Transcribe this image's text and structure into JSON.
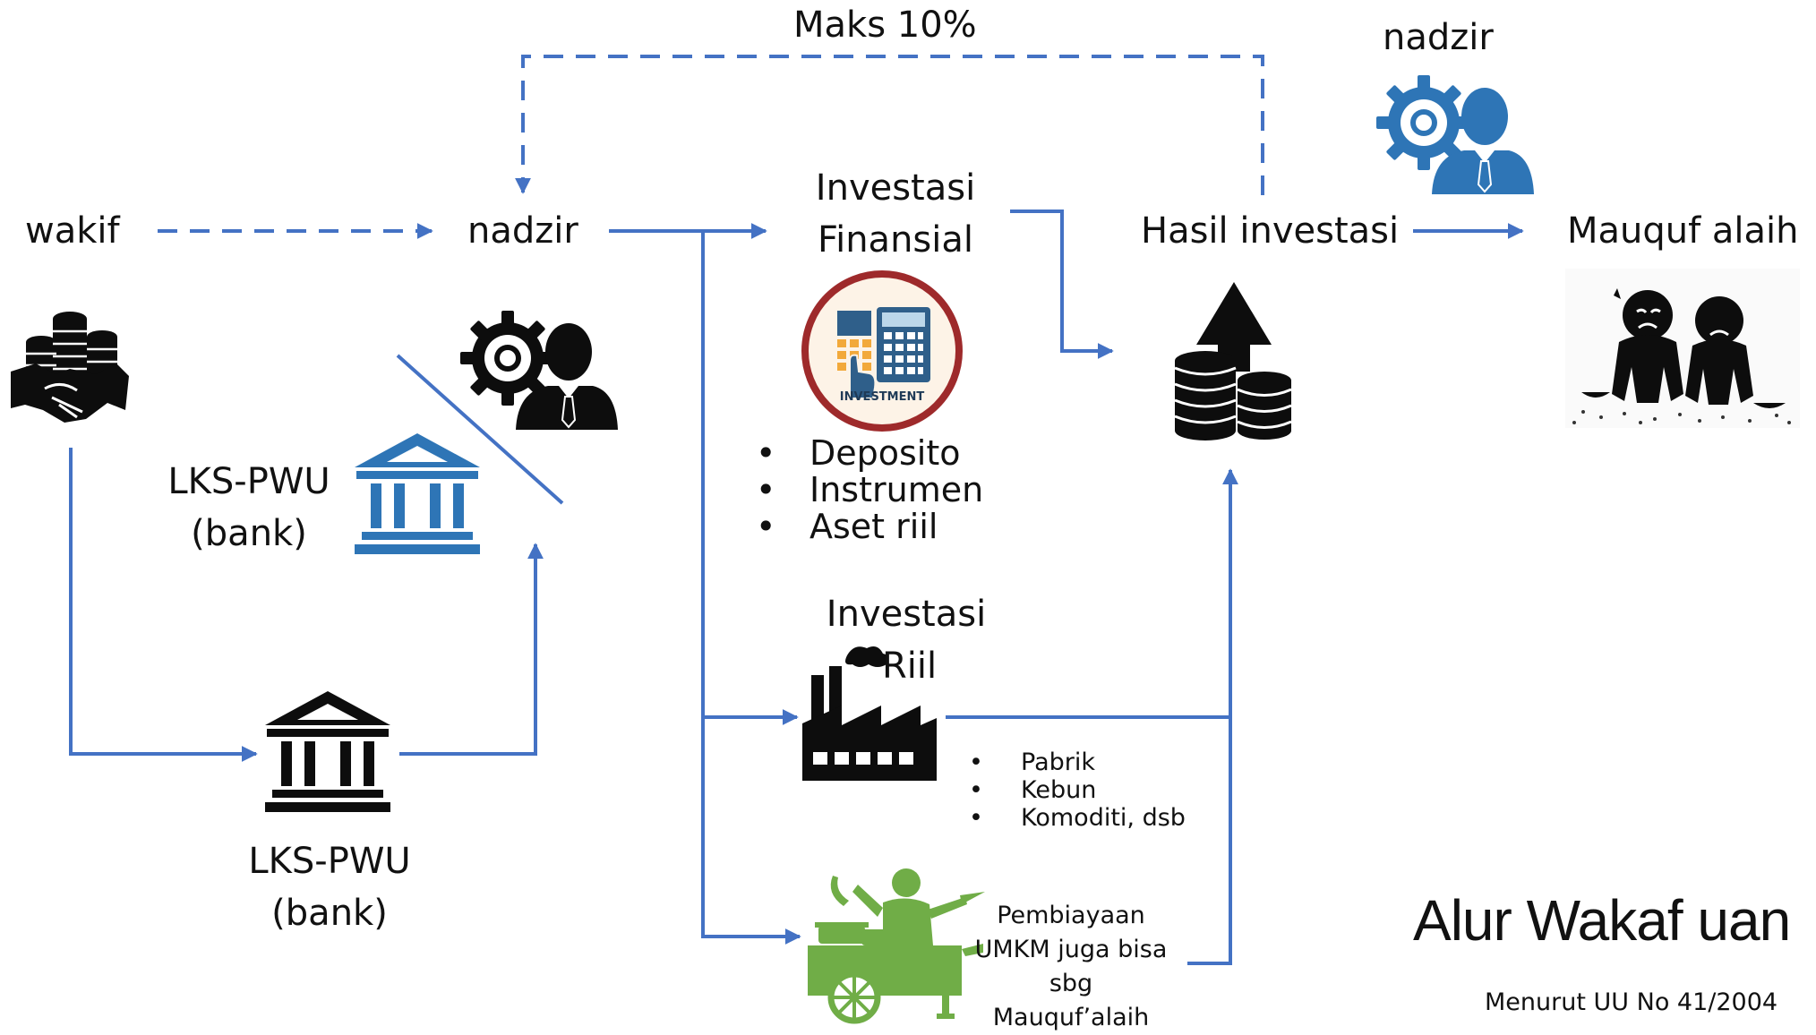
{
  "labels": {
    "wakif": "wakif",
    "nadzir_main": "nadzir",
    "nadzir_top": "nadzir",
    "maks": "Maks 10%",
    "investasi_finansial_1": "Investasi",
    "investasi_finansial_2": "Finansial",
    "hasil_investasi": "Hasil investasi",
    "mauquf_alaih": "Mauquf alaih",
    "lks_right_1": "LKS-PWU",
    "lks_right_2": "(bank)",
    "lks_bottom_1": "LKS-PWU",
    "lks_bottom_2": "(bank)",
    "investasi_riil_1": "Investasi",
    "investasi_riil_2": "Riil",
    "investment_badge": "INVESTMENT",
    "umkm_lines": [
      "Pembiayaan",
      "UMKM juga bisa",
      "sbg",
      "Mauquf’alaih"
    ],
    "title": "Alur Wakaf uan",
    "subtitle": "Menurut UU No 41/2004"
  },
  "finansial_items": [
    "Deposito",
    "Instrumen",
    "Aset riil"
  ],
  "riil_items": [
    "Pabrik",
    "Kebun",
    "Komoditi, dsb"
  ],
  "icons": {
    "wakif": "coins-handshake-icon",
    "nadzir_main": "gear-businessman-icon",
    "nadzir_top": "gear-businessman-icon",
    "bank_right": "bank-building-icon",
    "bank_bottom": "bank-building-icon",
    "investment": "calculator-investment-icon",
    "hasil": "coin-stack-arrow-icon",
    "mauquf": "poor-people-icon",
    "factory": "factory-icon",
    "umkm": "food-cart-vendor-icon"
  },
  "colors": {
    "arrow": "#4472c4",
    "icon_blue": "#2e75b6",
    "icon_black": "#0d0d0d",
    "cart_green": "#70ad47",
    "badge_ring": "#9e2a2b",
    "badge_fill": "#fdf3e7"
  }
}
